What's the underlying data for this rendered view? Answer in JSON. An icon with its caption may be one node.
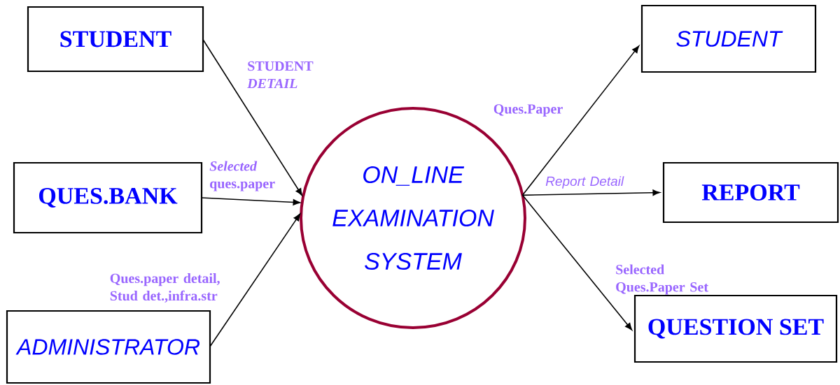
{
  "diagram": {
    "nodes": [
      {
        "text": [
          "STUDENT"
        ]
      },
      {
        "text": [
          "QUES.BANK"
        ]
      },
      {
        "text": [
          "ADMINISTRATOR"
        ]
      },
      {
        "text": [
          "ON_LINE EXAMINATION SYSTEM"
        ]
      },
      {
        "text": [
          "STUDENT"
        ]
      },
      {
        "text": [
          "REPORT"
        ]
      },
      {
        "text": [
          "QUESTION SET"
        ]
      }
    ],
    "edges": [
      {
        "from": 0,
        "to": 3,
        "arrow": "to",
        "label": "STUDENT *DETAIL*"
      },
      {
        "from": 1,
        "to": 3,
        "arrow": "to",
        "label": "*Selected* ques.paper"
      },
      {
        "from": 2,
        "to": 3,
        "arrow": "to",
        "label": "Ques.paper detail, Stud det.,infra.str"
      },
      {
        "from": 3,
        "to": 4,
        "arrow": "to",
        "label": "Ques.Paper"
      },
      {
        "from": 3,
        "to": 5,
        "arrow": "to",
        "label": "Report Detail"
      },
      {
        "from": 3,
        "to": 6,
        "arrow": "to",
        "label": "Selected Ques.Paper Set"
      }
    ]
  }
}
